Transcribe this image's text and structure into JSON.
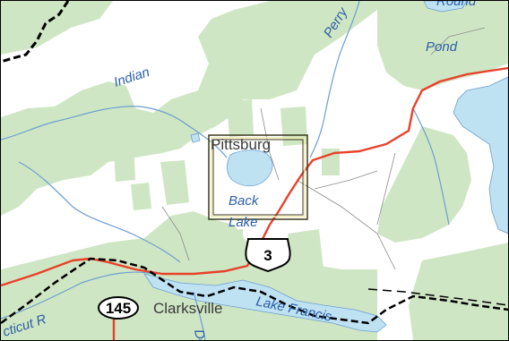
{
  "map": {
    "colors": {
      "background": "#ffffff",
      "forest": "#cfe6c4",
      "water": "#bfe2f3",
      "stream": "#6c9ed1",
      "road_primary": "#e8412b",
      "road_minor": "#8a8a8a",
      "state_boundary": "#000000",
      "label_water": "#2b5fa6",
      "label_town": "#3a3a3a",
      "selection_frame": "#3d3a1f"
    },
    "labels": {
      "round_pond_partial": "Round",
      "pond": "Pond",
      "perry": "Perry",
      "indian": "Indian",
      "pittsburg": "Pittsburg",
      "back": "Back",
      "lake_partial": "Lake",
      "clarksville": "Clarksville",
      "connecticut_r_partial": "cticut R",
      "lake_francis": "Lake Francis",
      "dead_partial": "De"
    },
    "shields": {
      "us_route": "3",
      "state_route": "145"
    },
    "icons": {
      "us_route_shield": "us-highway-shield-icon",
      "state_route_shield": "state-route-oval-icon"
    }
  }
}
